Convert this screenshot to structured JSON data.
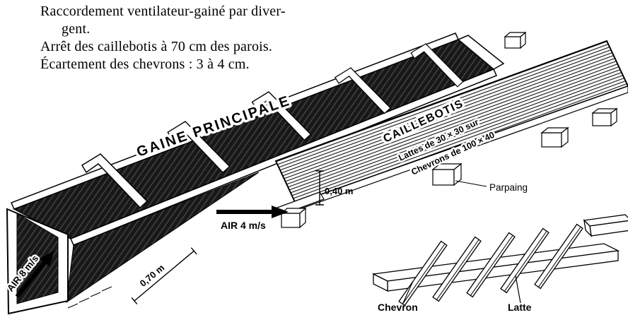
{
  "notes": {
    "line1": "Raccordement ventilateur-gainé par diver-",
    "line2": "gent.",
    "line3": "Arrêt des caillebotis à 70 cm des parois.",
    "line4": "Écartement des chevrons : 3 à 4 cm."
  },
  "labels": {
    "duct": "GAINE PRINCIPALE",
    "floor_title": "CAILLEBOTIS",
    "floor_line1": "Lattes de 30 × 30 sur",
    "floor_line2": "Chevrons de 100 × 40",
    "air_main": "AIR 8 m/s",
    "air_branch": "AIR 4 m/s",
    "dim_height": "0,40 m",
    "dim_gap": "0,70 m",
    "block": "Parpaing",
    "beam": "Chevron",
    "slat": "Latte"
  },
  "colors": {
    "ink": "#000000",
    "paper": "#ffffff",
    "duct_fill": "#181818"
  }
}
